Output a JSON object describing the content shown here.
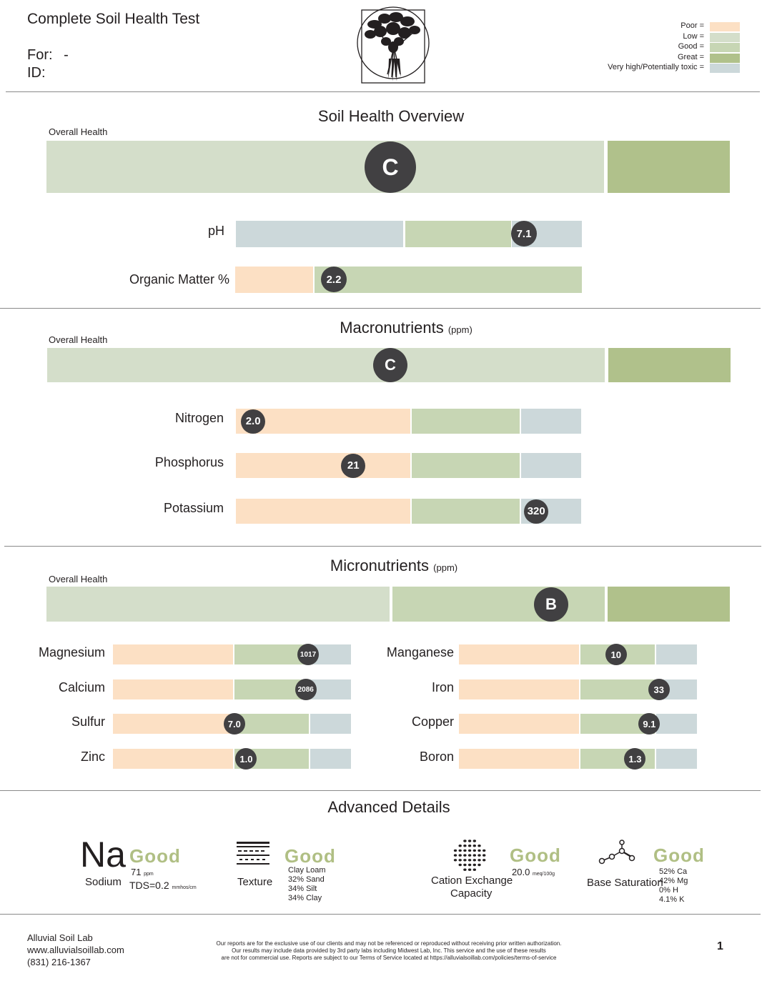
{
  "colors": {
    "poor": "#fce0c4",
    "low": "#d4deca",
    "good": "#c7d6b4",
    "great": "#b0c18b",
    "toxic": "#ccd8da",
    "badge": "#414042",
    "good_word": "#b0bf84"
  },
  "header": {
    "title": "Complete Soil Health Test",
    "for_label": "For:",
    "for_value": "-",
    "id_label": "ID:",
    "logo_icon": "carrot-bunch-logo"
  },
  "legend": [
    {
      "label": "Poor =",
      "color": "#fce0c4"
    },
    {
      "label": "Low =",
      "color": "#d4deca"
    },
    {
      "label": "Good =",
      "color": "#c7d6b4"
    },
    {
      "label": "Great =",
      "color": "#b0c18b"
    },
    {
      "label": "Very high/Potentially toxic =",
      "color": "#ccd8da"
    }
  ],
  "overview": {
    "title": "Soil Health Overview",
    "overall_label": "Overall Health",
    "grade": "C",
    "ph": {
      "label": "pH",
      "value": "7.1",
      "level": 0.84
    },
    "om": {
      "label": "Organic Matter %",
      "value": "2.2",
      "level": 0.28
    }
  },
  "macro": {
    "title": "Macronutrients",
    "unit": "(ppm)",
    "overall_label": "Overall Health",
    "grade": "C",
    "items": [
      {
        "label": "Nitrogen",
        "value": "2.0",
        "level": 0.05
      },
      {
        "label": "Phosphorus",
        "value": "21",
        "level": 0.34
      },
      {
        "label": "Potassium",
        "value": "320",
        "level": 0.87
      }
    ]
  },
  "micro": {
    "title": "Micronutrients",
    "unit": "(ppm)",
    "overall_label": "Overall Health",
    "grade": "B",
    "left": [
      {
        "label": "Magnesium",
        "value": "1017",
        "level": 0.82
      },
      {
        "label": "Calcium",
        "value": "2086",
        "level": 0.81
      },
      {
        "label": "Sulfur",
        "value": "7.0",
        "level": 0.51
      },
      {
        "label": "Zinc",
        "value": "1.0",
        "level": 0.56
      }
    ],
    "right": [
      {
        "label": "Manganese",
        "value": "10",
        "level": 0.66
      },
      {
        "label": "Iron",
        "value": "33",
        "level": 0.84
      },
      {
        "label": "Copper",
        "value": "9.1",
        "level": 0.8
      },
      {
        "label": "Boron",
        "value": "1.3",
        "level": 0.74
      }
    ]
  },
  "advanced": {
    "title": "Advanced Details",
    "sodium": {
      "symbol": "Na",
      "name": "Sodium",
      "rating": "Good",
      "value": "71",
      "unit": "ppm",
      "tds": "TDS=0.2",
      "tds_unit": "mmhos/cm"
    },
    "texture": {
      "name": "Texture",
      "rating": "Good",
      "icon": "soil-layers-icon",
      "lines": [
        "Clay Loam",
        "32% Sand",
        "34% Silt",
        "34% Clay"
      ]
    },
    "cec": {
      "name_1": "Cation Exchange",
      "name_2": "Capacity",
      "rating": "Good",
      "icon": "dots-circle-icon",
      "value": "20.0",
      "unit": "meq/100g"
    },
    "base": {
      "name": "Base Saturation",
      "rating": "Good",
      "icon": "molecule-icon",
      "lines": [
        "52% Ca",
        "42% Mg",
        "0% H",
        "4.1% K"
      ]
    }
  },
  "footer": {
    "company": "Alluvial Soil Lab",
    "website": "www.alluvialsoillab.com",
    "phone": "(831) 216-1367",
    "note_1": "Our reports are for the exclusive use of our clients and may not be referenced or reproduced without receiving prior written authorization.",
    "note_2": "Our results may include data provided by 3rd party labs including Midwest Lab, Inc. This service and the use of these results",
    "note_3": "are not for commercial use. Reports are subject to our Terms of Service located at https://alluvialsoillab.com/policies/terms-of-service",
    "page": "1"
  }
}
